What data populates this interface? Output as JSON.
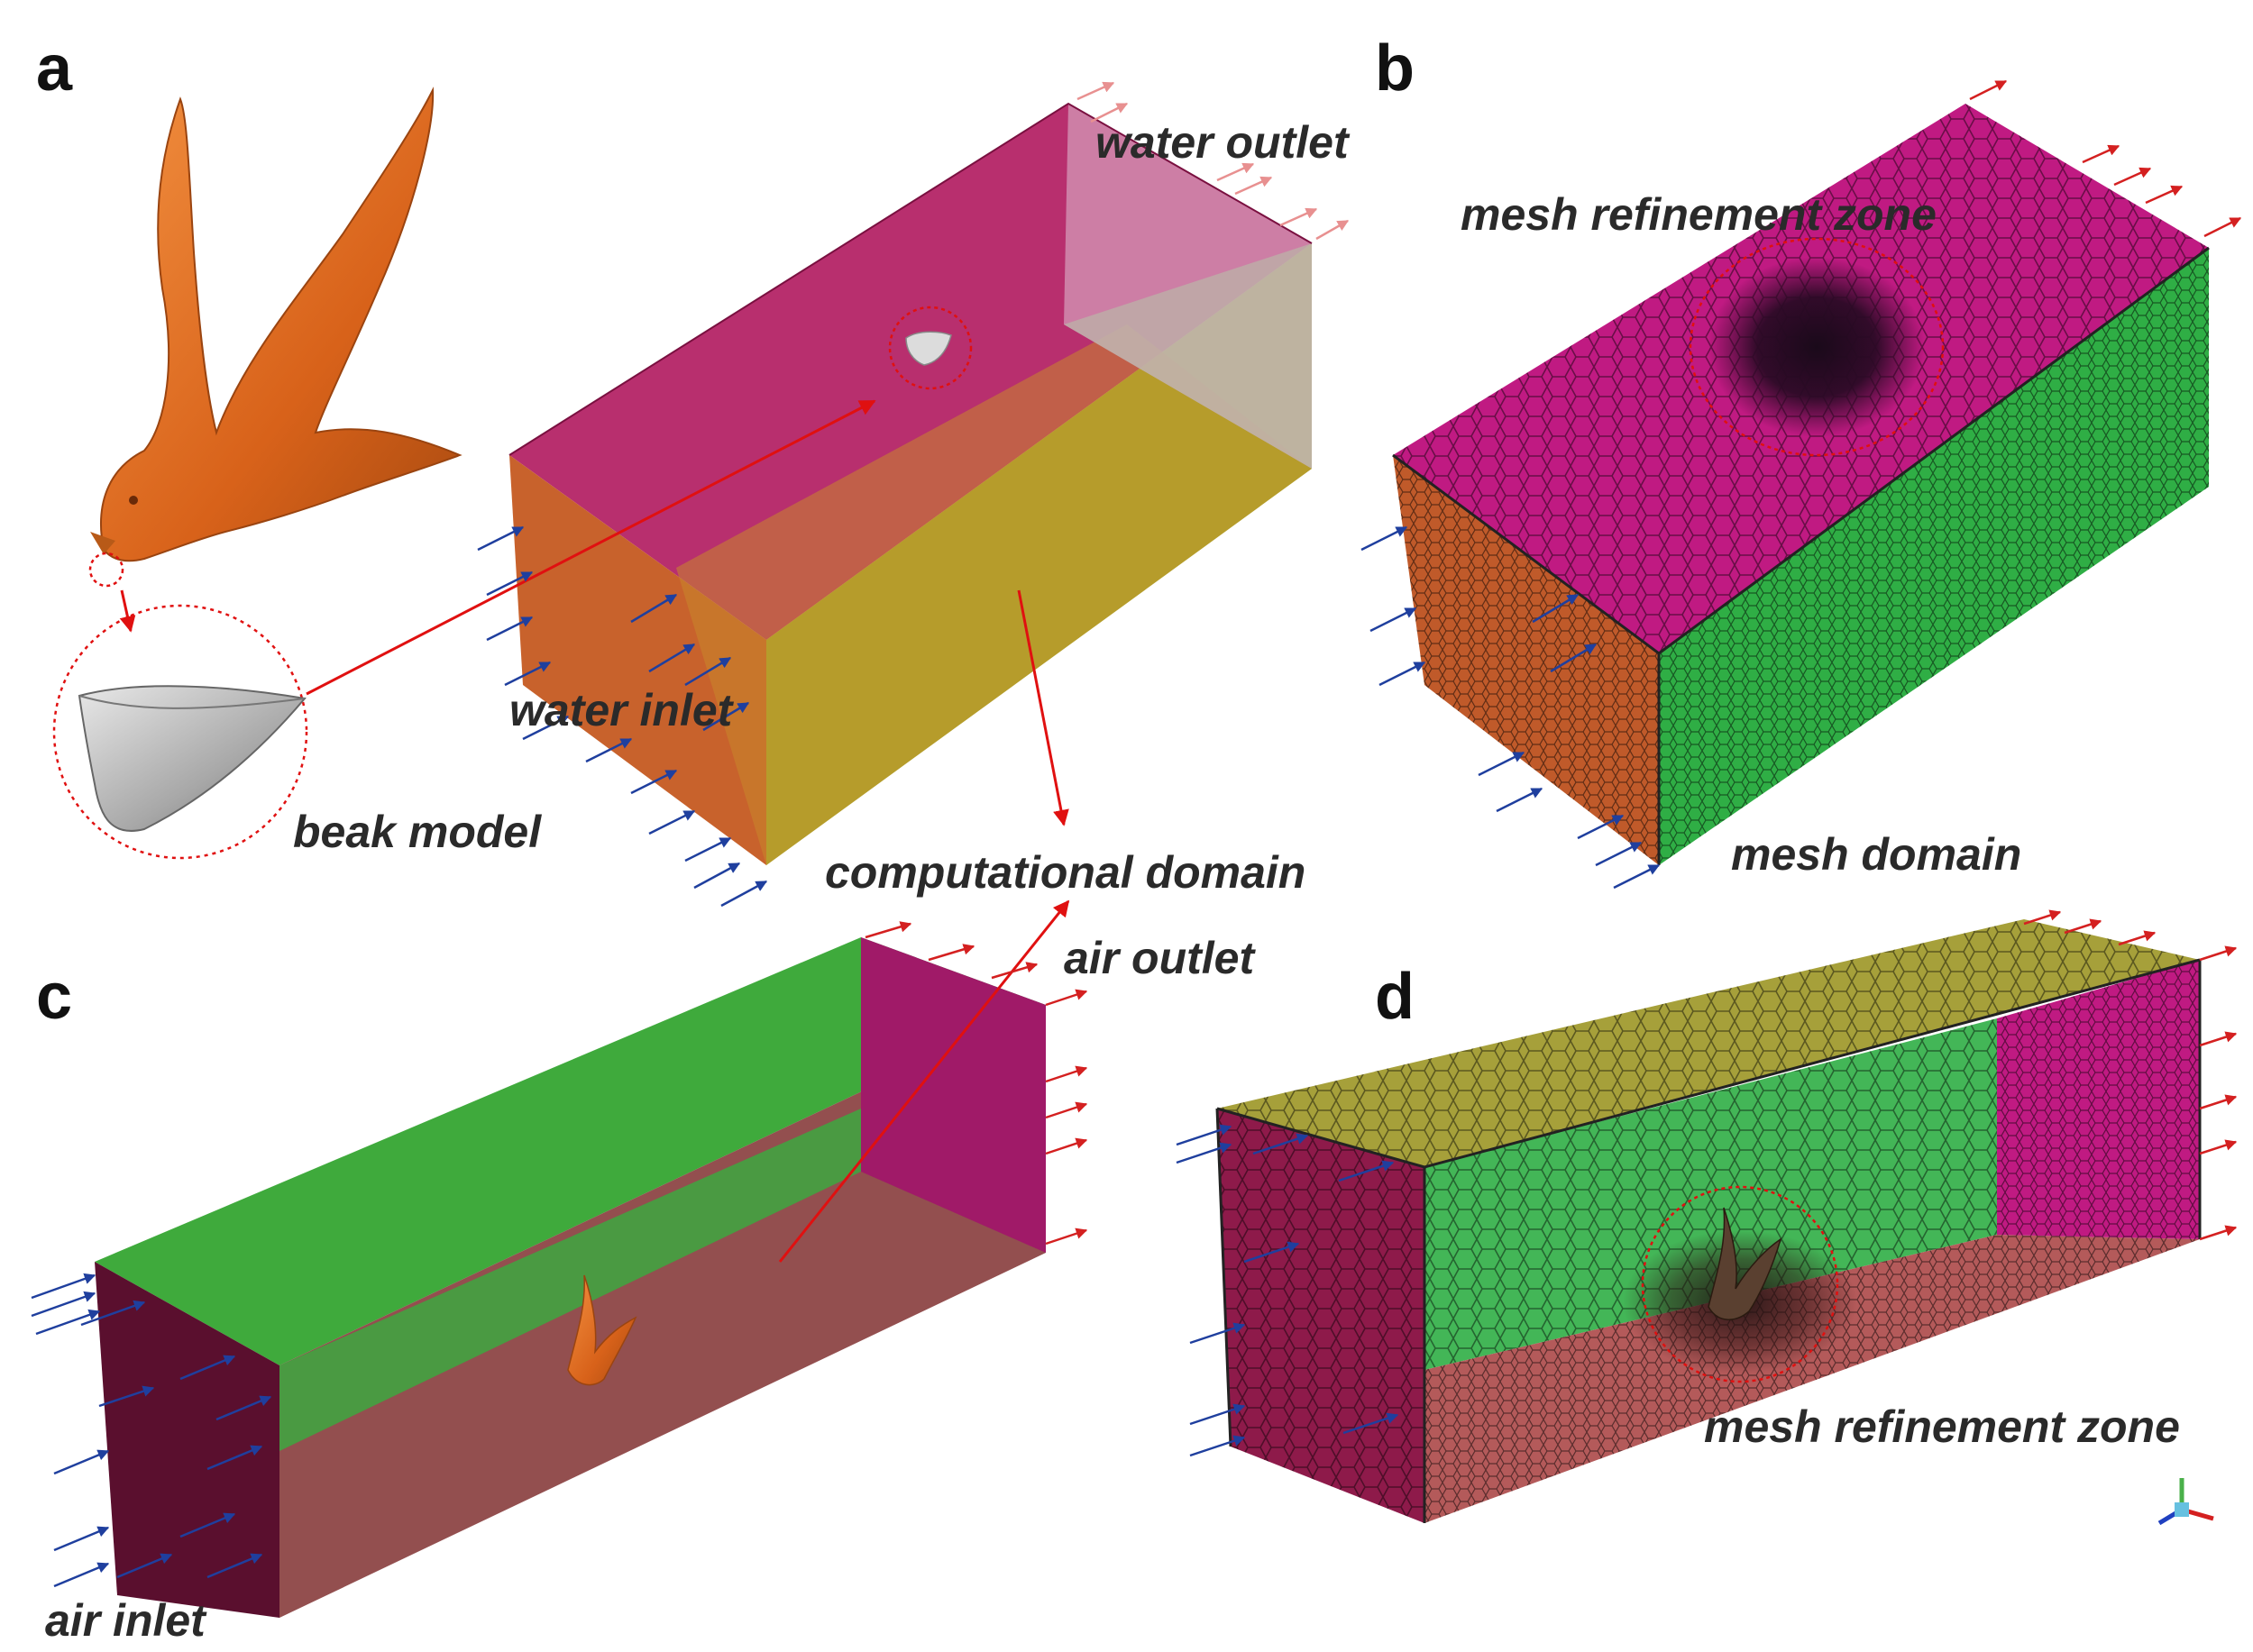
{
  "panels": {
    "a": {
      "letter": "a",
      "labels": {
        "water_outlet": "water outlet",
        "water_inlet": "water inlet",
        "beak_model": "beak model",
        "computational_domain": "computational domain"
      }
    },
    "b": {
      "letter": "b",
      "labels": {
        "mesh_refinement_zone": "mesh refinement zone",
        "mesh_domain": "mesh domain"
      }
    },
    "c": {
      "letter": "c",
      "labels": {
        "air_outlet": "air outlet",
        "air_inlet": "air inlet"
      }
    },
    "d": {
      "letter": "d",
      "labels": {
        "mesh_refinement_zone": "mesh refinement zone"
      }
    }
  },
  "colors": {
    "bird": "#e06a1e",
    "inlet_arrow": "#1f3f9e",
    "outlet_arrow": "#d42020",
    "annotation_red": "#e01010",
    "domain_magenta": "#b0185e",
    "domain_olive": "#9fb62a",
    "domain_green": "#3faa3c",
    "domain_orange": "#c8622c",
    "mesh_magenta": "#c01a82",
    "mesh_orange": "#c05a2a",
    "mesh_green": "#2fae45",
    "mesh_olive": "#a6a03a",
    "mesh_maroon": "#8e1a4a",
    "mesh_rose": "#b45a5a"
  },
  "icons": [
    "bird-model",
    "beak-model",
    "axis-triad-icon"
  ]
}
